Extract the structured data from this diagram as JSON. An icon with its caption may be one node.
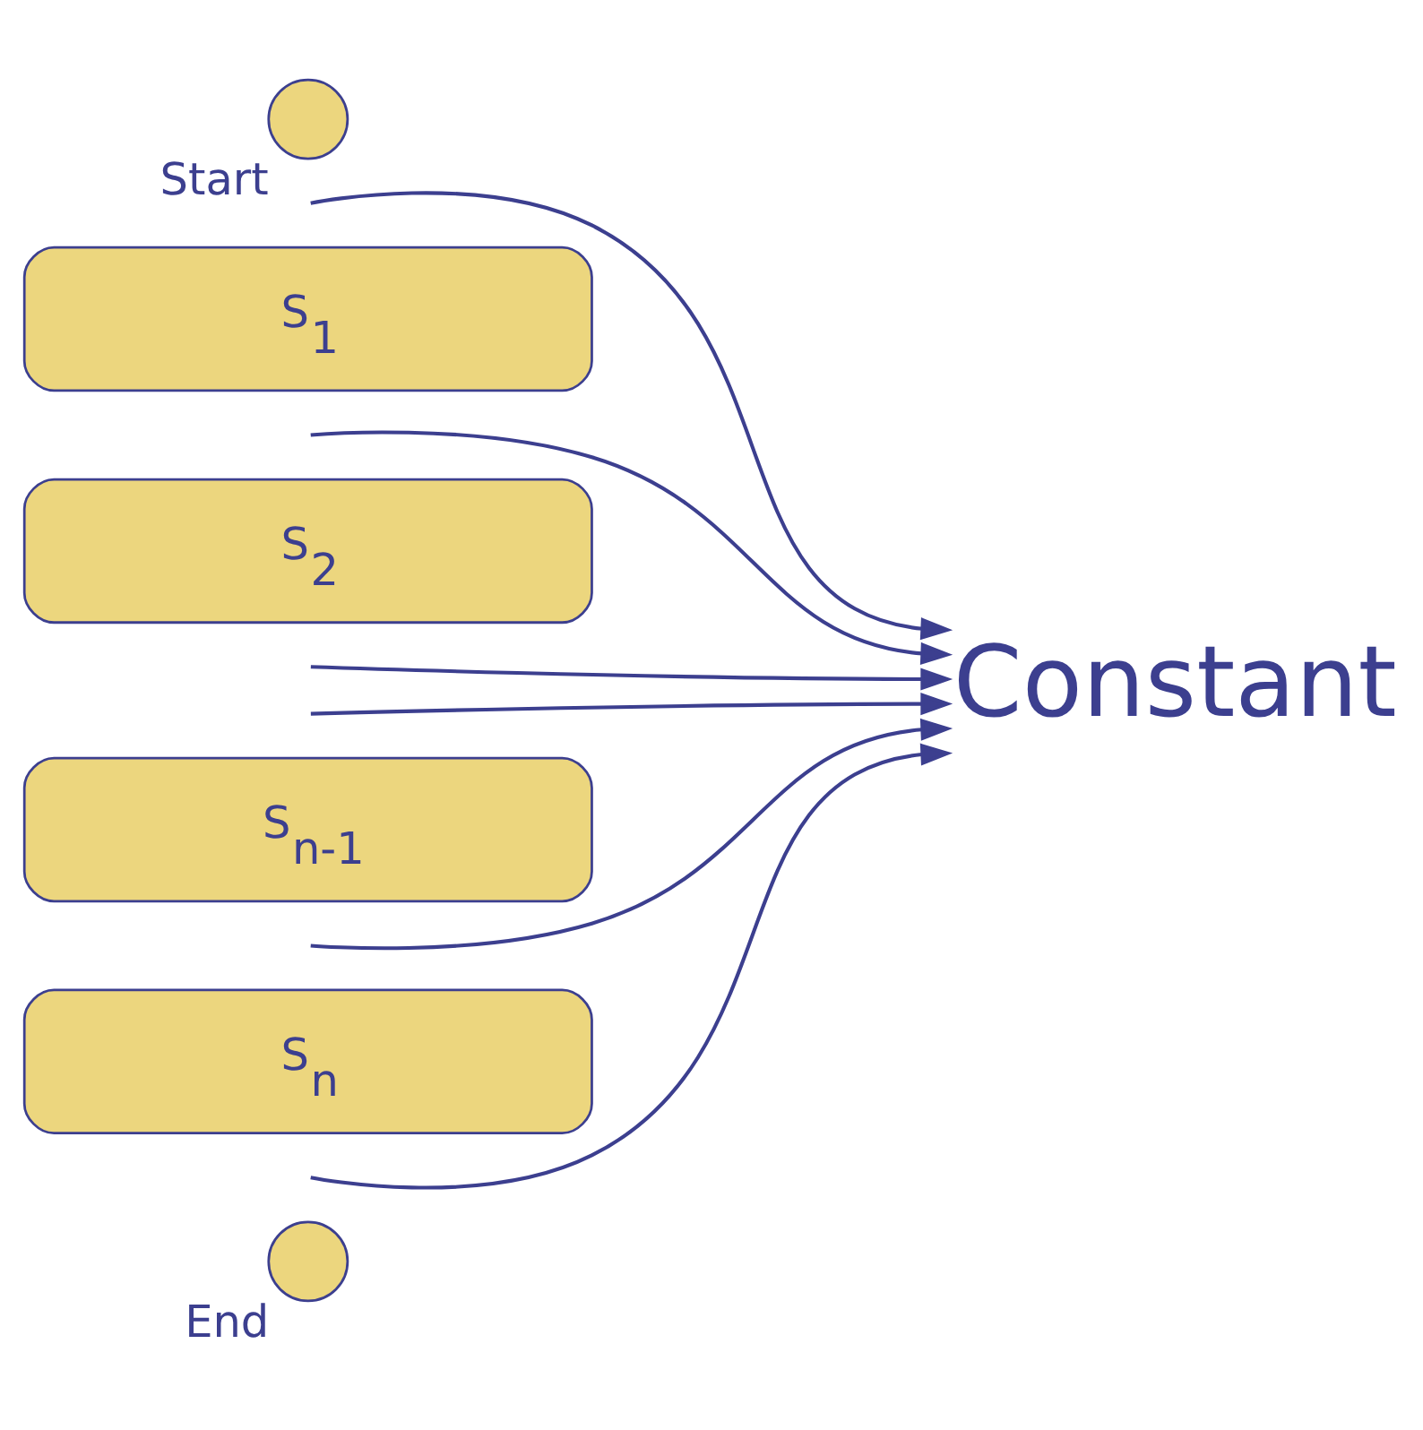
{
  "diagram": {
    "nodes": [
      {
        "text": [],
        "shape": "circle",
        "beside": [
          "Start"
        ]
      },
      {
        "text": [
          "S$_{1}$"
        ]
      },
      {
        "text": [
          "S$_{2}$"
        ]
      },
      {
        "text": [
          "S$_{n-1}$"
        ]
      },
      {
        "text": [
          "S$_{n}$"
        ]
      },
      {
        "text": [],
        "shape": "circle",
        "beside": [
          "End"
        ]
      },
      {
        "text": [
          "Constant"
        ]
      }
    ],
    "edges": [
      {
        "from": null,
        "to": 6,
        "arrow": "to"
      },
      {
        "from": null,
        "to": 6,
        "arrow": "to"
      },
      {
        "from": null,
        "to": 6,
        "arrow": "to"
      },
      {
        "from": null,
        "to": 6,
        "arrow": "to"
      },
      {
        "from": null,
        "to": 6,
        "arrow": "to"
      },
      {
        "from": null,
        "to": 6,
        "arrow": "to"
      }
    ]
  }
}
